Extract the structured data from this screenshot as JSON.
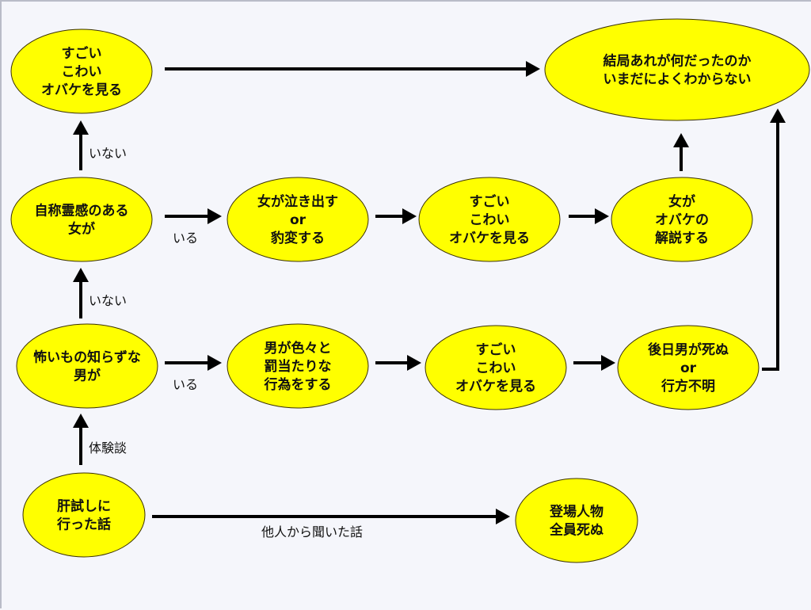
{
  "diagram": {
    "title": "",
    "colors": {
      "background": "#f5f6fb",
      "node_fill": "#ffff00",
      "node_stroke": "#3a3000",
      "edge": "#000000",
      "text": "#111111"
    },
    "nodes": [
      {
        "id": "n_sugoi_top",
        "lines": [
          "すごい",
          "こわい",
          "オバケを見る"
        ]
      },
      {
        "id": "n_unknown",
        "lines": [
          "結局あれが何だったのか",
          "いまだによくわからない"
        ]
      },
      {
        "id": "n_woman",
        "lines": [
          "自称霊感のある",
          "女が"
        ]
      },
      {
        "id": "n_woman_cry",
        "lines": [
          "女が泣き出す",
          "or",
          "豹変する"
        ]
      },
      {
        "id": "n_sugoi_mid",
        "lines": [
          "すごい",
          "こわい",
          "オバケを見る"
        ]
      },
      {
        "id": "n_woman_explain",
        "lines": [
          "女が",
          "オバケの",
          "解説する"
        ]
      },
      {
        "id": "n_man",
        "lines": [
          "怖いもの知らずな",
          "男が"
        ]
      },
      {
        "id": "n_man_act",
        "lines": [
          "男が色々と",
          "罰当たりな",
          "行為をする"
        ]
      },
      {
        "id": "n_sugoi_low",
        "lines": [
          "すごい",
          "こわい",
          "オバケを見る"
        ]
      },
      {
        "id": "n_man_dies",
        "lines": [
          "後日男が死ぬ",
          "or",
          "行方不明"
        ]
      },
      {
        "id": "n_start",
        "lines": [
          "肝試しに",
          "行った話"
        ]
      },
      {
        "id": "n_all_die",
        "lines": [
          "登場人物",
          "全員死ぬ"
        ]
      }
    ],
    "edges": [
      {
        "from": "n_sugoi_top",
        "to": "n_unknown",
        "label": ""
      },
      {
        "from": "n_woman",
        "to": "n_sugoi_top",
        "label": "いない"
      },
      {
        "from": "n_woman",
        "to": "n_woman_cry",
        "label": "いる"
      },
      {
        "from": "n_woman_cry",
        "to": "n_sugoi_mid",
        "label": ""
      },
      {
        "from": "n_sugoi_mid",
        "to": "n_woman_explain",
        "label": ""
      },
      {
        "from": "n_woman_explain",
        "to": "n_unknown",
        "label": ""
      },
      {
        "from": "n_man",
        "to": "n_woman",
        "label": "いない"
      },
      {
        "from": "n_man",
        "to": "n_man_act",
        "label": "いる"
      },
      {
        "from": "n_man_act",
        "to": "n_sugoi_low",
        "label": ""
      },
      {
        "from": "n_sugoi_low",
        "to": "n_man_dies",
        "label": ""
      },
      {
        "from": "n_man_dies",
        "to": "n_unknown",
        "label": ""
      },
      {
        "from": "n_start",
        "to": "n_man",
        "label": "体験談"
      },
      {
        "from": "n_start",
        "to": "n_all_die",
        "label": "他人から聞いた話"
      }
    ]
  }
}
